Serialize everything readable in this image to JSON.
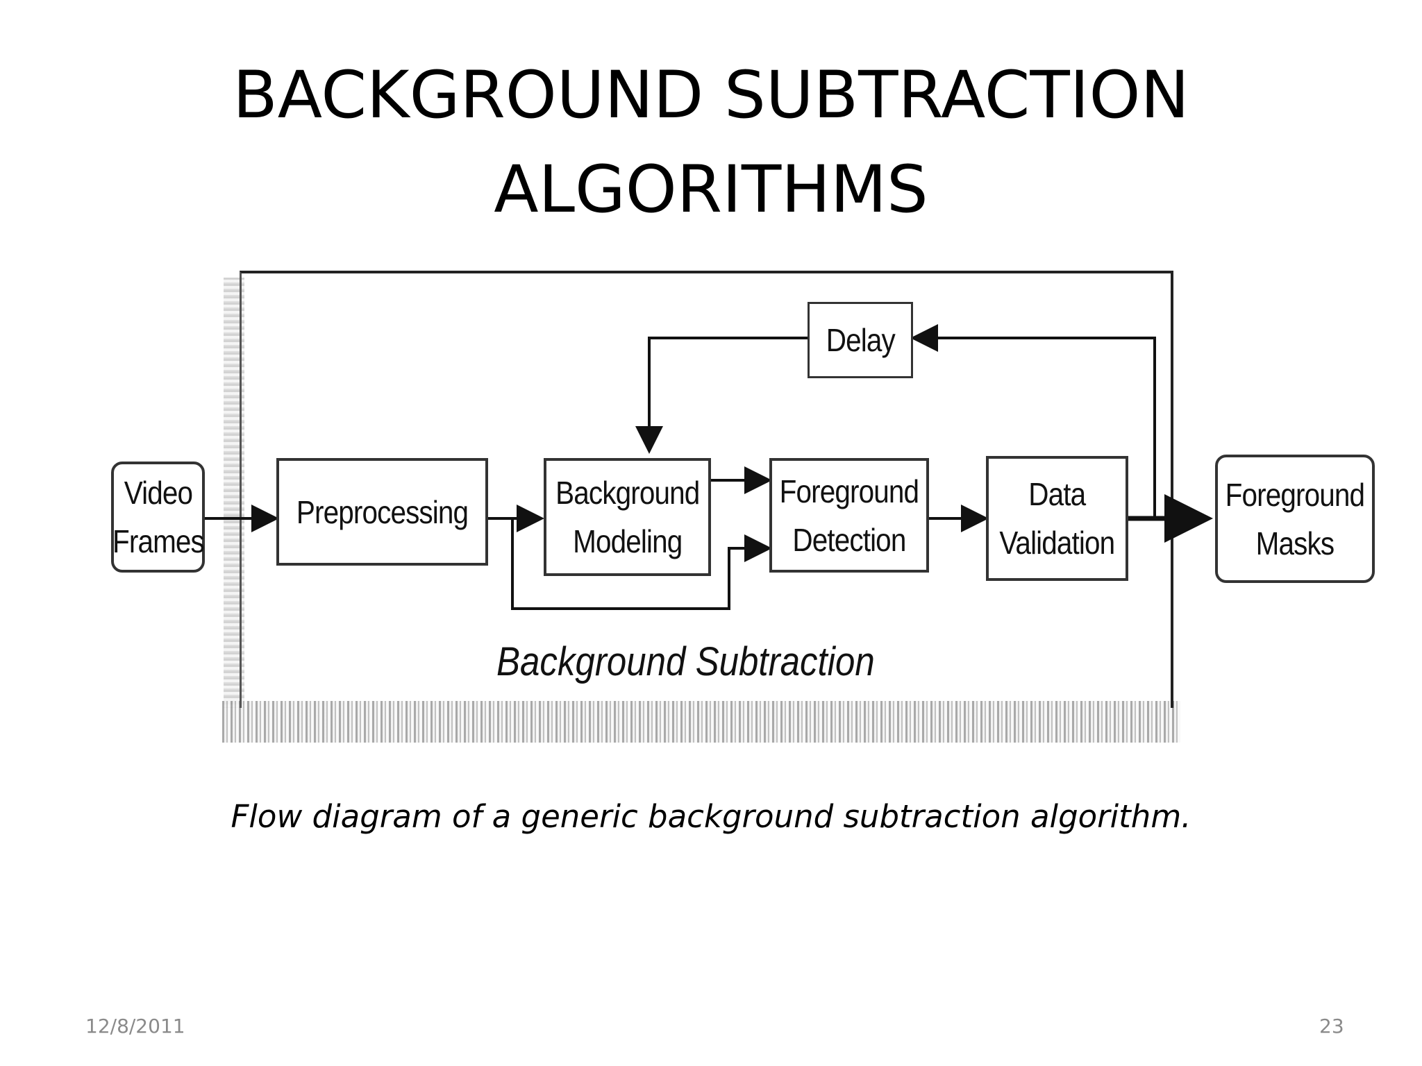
{
  "slide": {
    "title_line1": "BACKGROUND SUBTRACTION",
    "title_line2": "ALGORITHMS",
    "caption": "Flow diagram of a generic background subtraction algorithm.",
    "date": "12/8/2011",
    "page_number": "23"
  },
  "diagram": {
    "group_label": "Background Subtraction",
    "nodes": {
      "video_frames": [
        "Video",
        "Frames"
      ],
      "preprocessing": [
        "Preprocessing"
      ],
      "background_modeling": [
        "Background",
        "Modeling"
      ],
      "foreground_detection": [
        "Foreground",
        "Detection"
      ],
      "data_validation": [
        "Data",
        "Validation"
      ],
      "foreground_masks": [
        "Foreground",
        "Masks"
      ],
      "delay": [
        "Delay"
      ]
    }
  }
}
